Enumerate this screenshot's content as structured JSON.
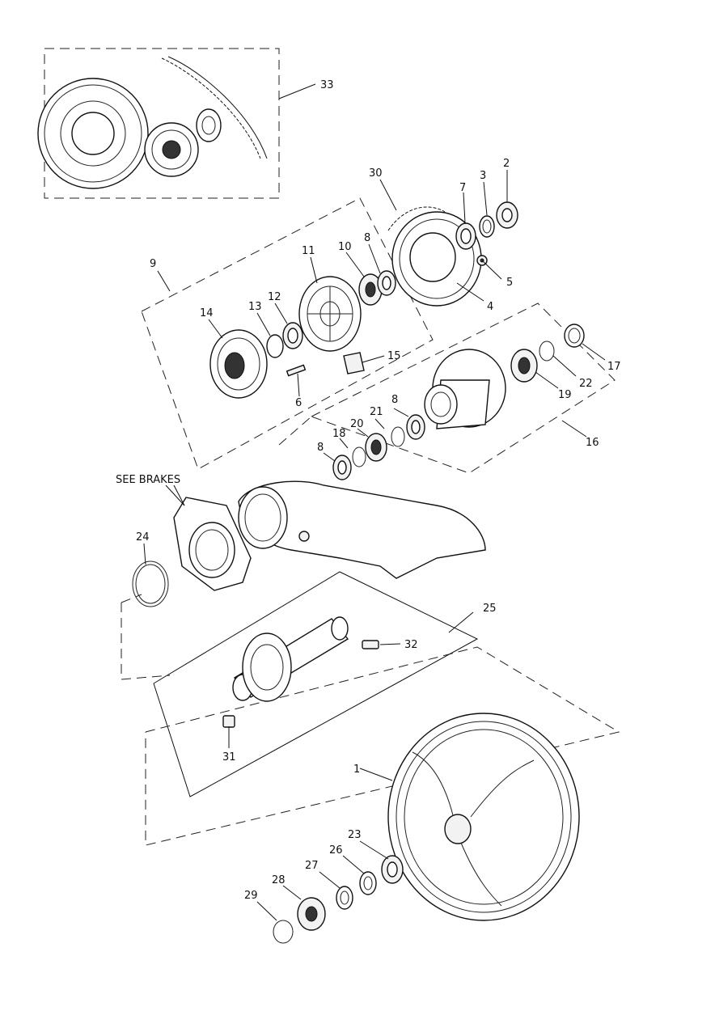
{
  "diagram": {
    "note": "SEE BRAKES",
    "callouts": {
      "c1": "1",
      "c2": "2",
      "c3": "3",
      "c4": "4",
      "c5": "5",
      "c6": "6",
      "c7": "7",
      "c8a": "8",
      "c8b": "8",
      "c8c": "8",
      "c9": "9",
      "c10": "10",
      "c11": "11",
      "c12": "12",
      "c13": "13",
      "c14": "14",
      "c15": "15",
      "c16": "16",
      "c17": "17",
      "c18": "18",
      "c19": "19",
      "c20": "20",
      "c21": "21",
      "c22": "22",
      "c23": "23",
      "c24": "24",
      "c25": "25",
      "c26": "26",
      "c27": "27",
      "c28": "28",
      "c29": "29",
      "c30": "30",
      "c31": "31",
      "c32": "32",
      "c33": "33"
    }
  }
}
